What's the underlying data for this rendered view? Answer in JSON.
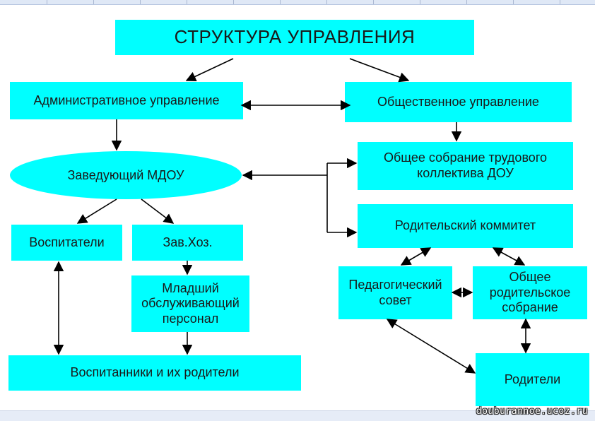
{
  "title": "СТРУКТУРА УПРАВЛЕНИЯ",
  "nodes": {
    "admin": "Административное управление",
    "public": "Общественное управление",
    "head": "Заведующий МДОУ",
    "general_meeting_line1": "Общее собрание трудового",
    "general_meeting_line2": "коллектива ДОУ",
    "parent_committee": "Родительский коммитет",
    "educators": "Воспитатели",
    "zavhoz": "Зав.Хоз.",
    "junior_staff_line1": "Младший",
    "junior_staff_line2": "обслуживающий",
    "junior_staff_line3": "персонал",
    "ped_council_line1": "Педагогический",
    "ped_council_line2": "совет",
    "parent_meeting_line1": "Общее",
    "parent_meeting_line2": "родительское",
    "parent_meeting_line3": "собрание",
    "pupils": "Воспитанники и их родители",
    "parents": "Родители"
  },
  "watermark": "douburannoe.ucoz.ru",
  "colors": {
    "box_fill": "#00ffff",
    "arrow": "#000000",
    "text": "#1a1a1a"
  }
}
